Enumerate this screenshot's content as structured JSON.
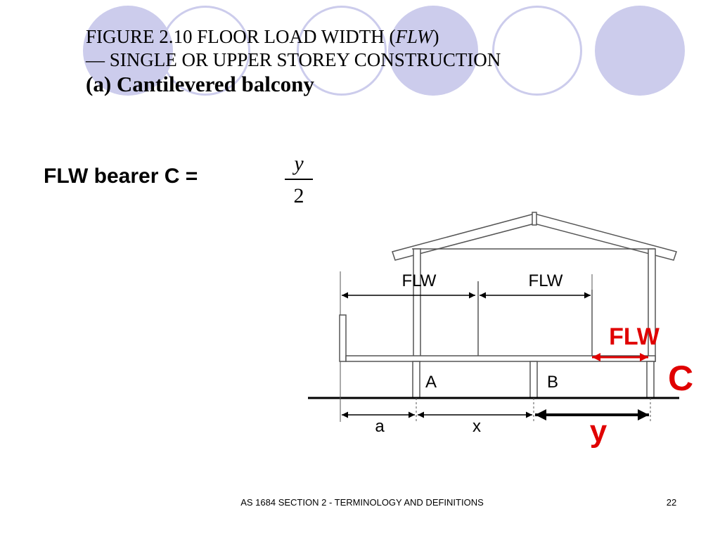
{
  "title": {
    "line1_prefix": "FIGURE  2.10   FLOOR LOAD WIDTH (",
    "line1_italic": "FLW",
    "line1_suffix": ")",
    "line2": "— SINGLE OR UPPER STOREY CONSTRUCTION",
    "line3": "(a)  Cantilevered balcony"
  },
  "formula": {
    "label": "FLW bearer C =",
    "numerator": "y",
    "denominator": "2"
  },
  "diagram": {
    "flw_label_a": "FLW",
    "flw_label_b": "FLW",
    "flw_label_c": "FLW",
    "support_a": "A",
    "support_b": "B",
    "support_c": "C",
    "span_a": "a",
    "span_x": "x",
    "span_y": "y",
    "highlight_color": "#e00000",
    "line_color": "#000000",
    "member_color": "#555555"
  },
  "footer": {
    "text": "AS 1684  SECTION 2 - TERMINOLOGY AND DEFINITIONS",
    "page": "22"
  }
}
